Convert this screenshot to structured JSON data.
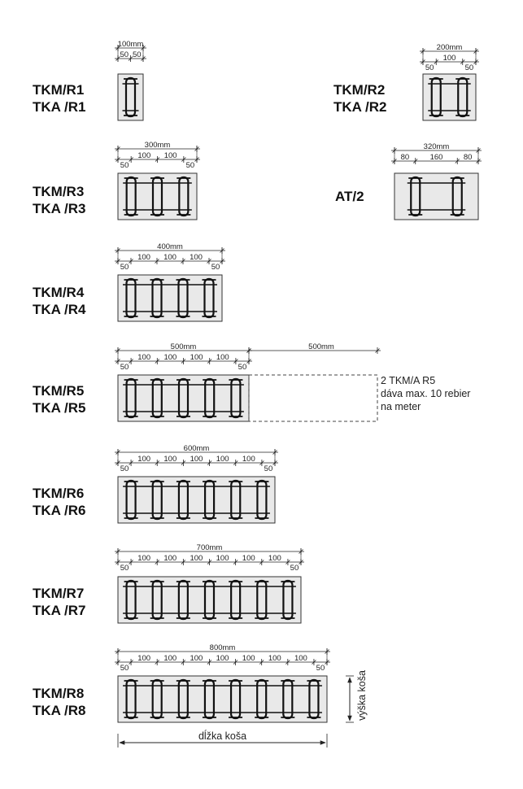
{
  "baskets": [
    {
      "id": "r1",
      "labels": [
        "TKM/R1",
        "TKA /R1"
      ],
      "total": "100mm",
      "segments": [
        "50",
        "50"
      ],
      "rungs": 1
    },
    {
      "id": "r2",
      "labels": [
        "TKM/R2",
        "TKA /R2"
      ],
      "total": "200mm",
      "segments": [
        "50",
        "100",
        "50"
      ],
      "rungs": 2
    },
    {
      "id": "r3",
      "labels": [
        "TKM/R3",
        "TKA /R3"
      ],
      "total": "300mm",
      "segments": [
        "50",
        "100",
        "100",
        "50"
      ],
      "rungs": 3
    },
    {
      "id": "at2",
      "labels": [
        "AT/2"
      ],
      "total": "320mm",
      "segments": [
        "80",
        "160",
        "80"
      ],
      "rungs": 2
    },
    {
      "id": "r4",
      "labels": [
        "TKM/R4",
        "TKA /R4"
      ],
      "total": "400mm",
      "segments": [
        "50",
        "100",
        "100",
        "100",
        "50"
      ],
      "rungs": 4
    },
    {
      "id": "r5",
      "labels": [
        "TKM/R5",
        "TKA /R5"
      ],
      "total": "500mm",
      "segments": [
        "50",
        "100",
        "100",
        "100",
        "100",
        "50"
      ],
      "rungs": 5
    },
    {
      "id": "r6",
      "labels": [
        "TKM/R6",
        "TKA /R6"
      ],
      "total": "600mm",
      "segments": [
        "50",
        "100",
        "100",
        "100",
        "100",
        "100",
        "50"
      ],
      "rungs": 6
    },
    {
      "id": "r7",
      "labels": [
        "TKM/R7",
        "TKA /R7"
      ],
      "total": "700mm",
      "segments": [
        "50",
        "100",
        "100",
        "100",
        "100",
        "100",
        "100",
        "50"
      ],
      "rungs": 7
    },
    {
      "id": "r8",
      "labels": [
        "TKM/R8",
        "TKA /R8"
      ],
      "total": "800mm",
      "segments": [
        "50",
        "100",
        "100",
        "100",
        "100",
        "100",
        "100",
        "100",
        "50"
      ],
      "rungs": 8
    }
  ],
  "extension": {
    "total": "500mm",
    "note_lines": [
      "2 TKM/A R5",
      "dáva max. 10 rebier",
      "na meter"
    ]
  },
  "length_label": "dĺžka koša",
  "height_label": "výška koša"
}
